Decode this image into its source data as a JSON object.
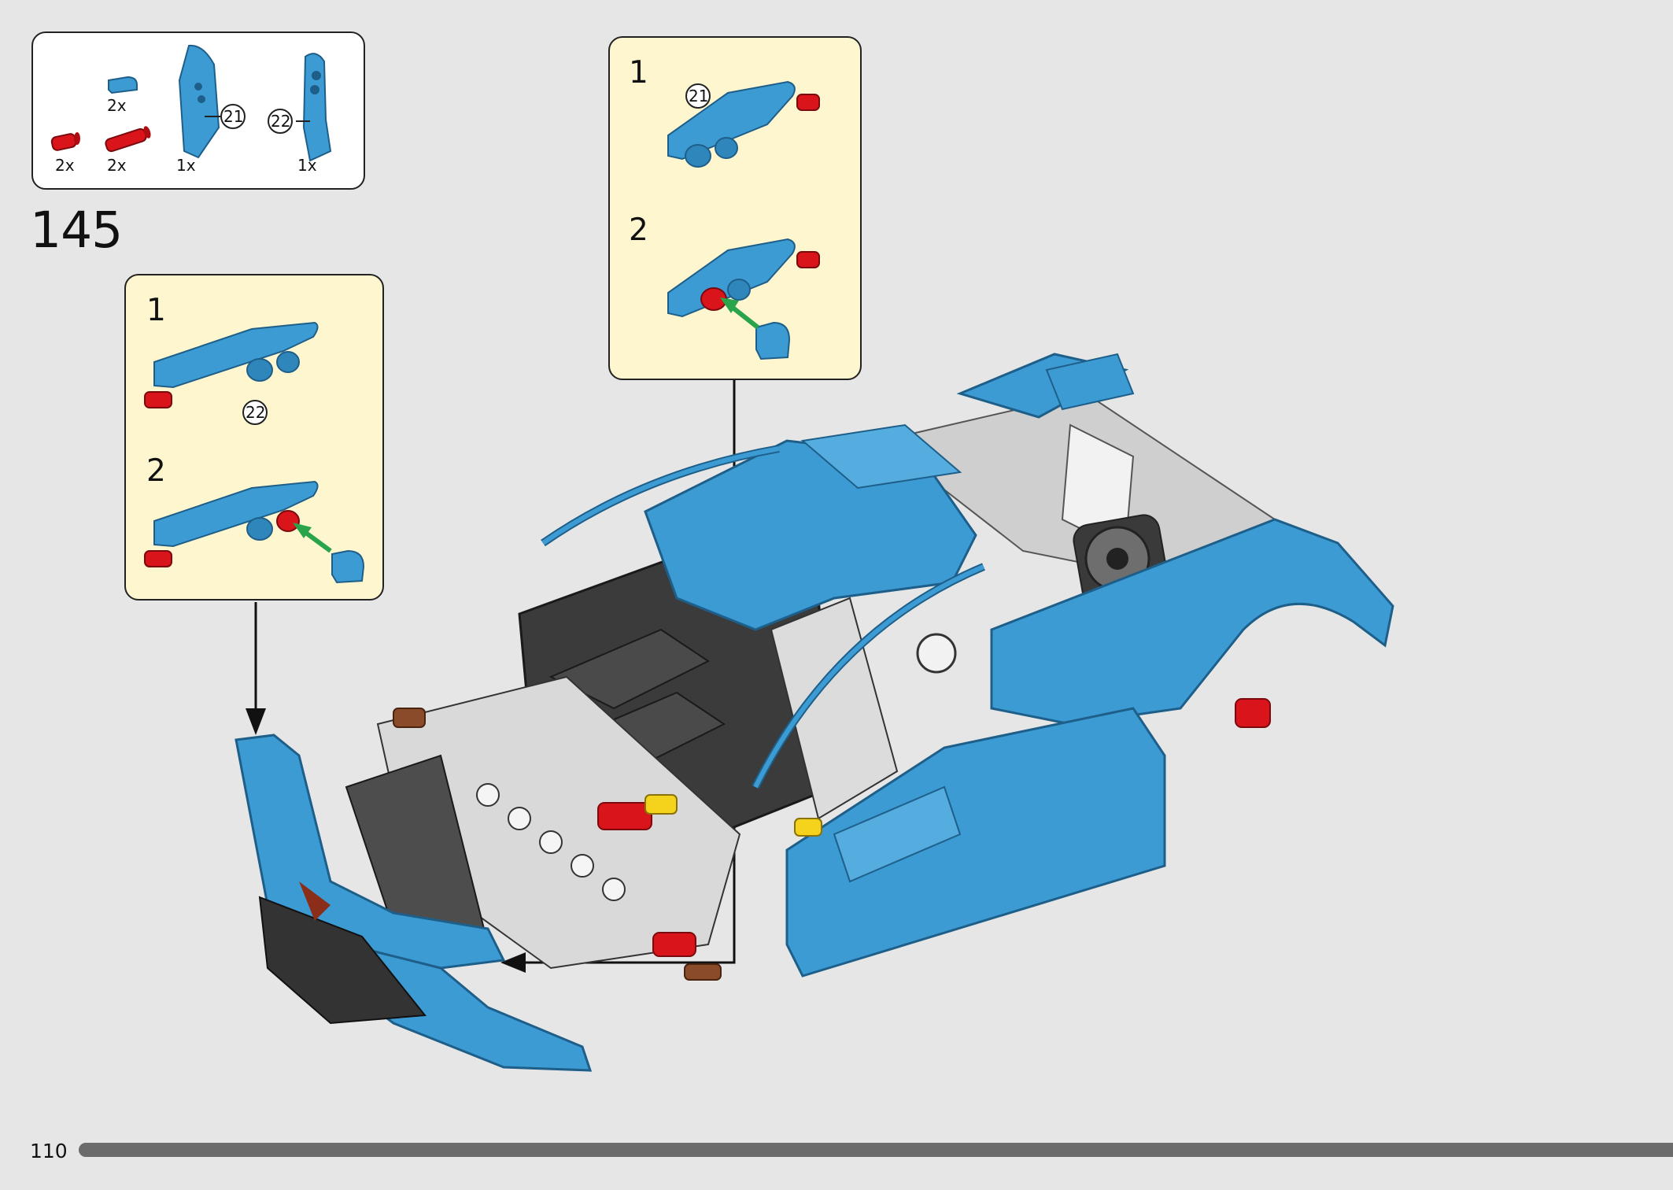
{
  "page": {
    "number": "110"
  },
  "step": {
    "number": "145"
  },
  "colors": {
    "brick_blue": "#3d9bd4",
    "brick_blue_dark": "#1e5f8a",
    "pin_red": "#d9141b",
    "arrow_green": "#2aa44a",
    "panel_yellow": "#fdf6cf",
    "progress_gray": "#6b6b6b"
  },
  "parts_list": {
    "items": [
      {
        "name": "blue-tile-round",
        "qty": "2x"
      },
      {
        "name": "red-short-pin",
        "qty": "2x"
      },
      {
        "name": "red-long-pin",
        "qty": "2x"
      },
      {
        "name": "blue-panel-21",
        "qty": "1x",
        "callout": "21"
      },
      {
        "name": "blue-panel-22",
        "qty": "1x",
        "callout": "22"
      }
    ]
  },
  "substep_left": {
    "steps": [
      {
        "number": "1",
        "callout": "22"
      },
      {
        "number": "2"
      }
    ]
  },
  "substep_right": {
    "steps": [
      {
        "number": "1",
        "callout": "21"
      },
      {
        "number": "2"
      }
    ]
  }
}
